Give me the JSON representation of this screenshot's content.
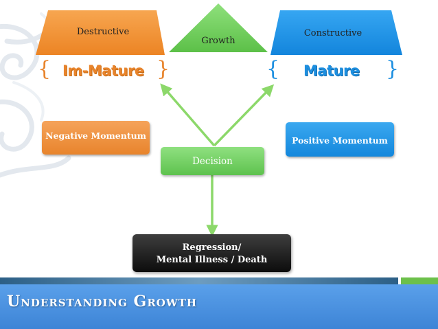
{
  "diagram": {
    "top": {
      "destructive_label": "Destructive",
      "growth_label": "Growth",
      "constructive_label": "Constructive"
    },
    "states": {
      "immature_label": "Im-Mature",
      "mature_label": "Mature",
      "brace_open": "{",
      "brace_close": "}"
    },
    "momentum": {
      "negative_label": "Negative Momentum",
      "positive_label": "Positive Momentum"
    },
    "decision_label": "Decision",
    "outcome": {
      "line1": "Regression/",
      "line2": "Mental Illness / Death"
    },
    "colors": {
      "orange": "#f0902a",
      "green": "#6cc85a",
      "blue": "#1d8fe0",
      "arrow": "#8cd86a",
      "footer_blue": "#4a94e4"
    }
  },
  "footer": {
    "title": "Understanding Growth"
  }
}
